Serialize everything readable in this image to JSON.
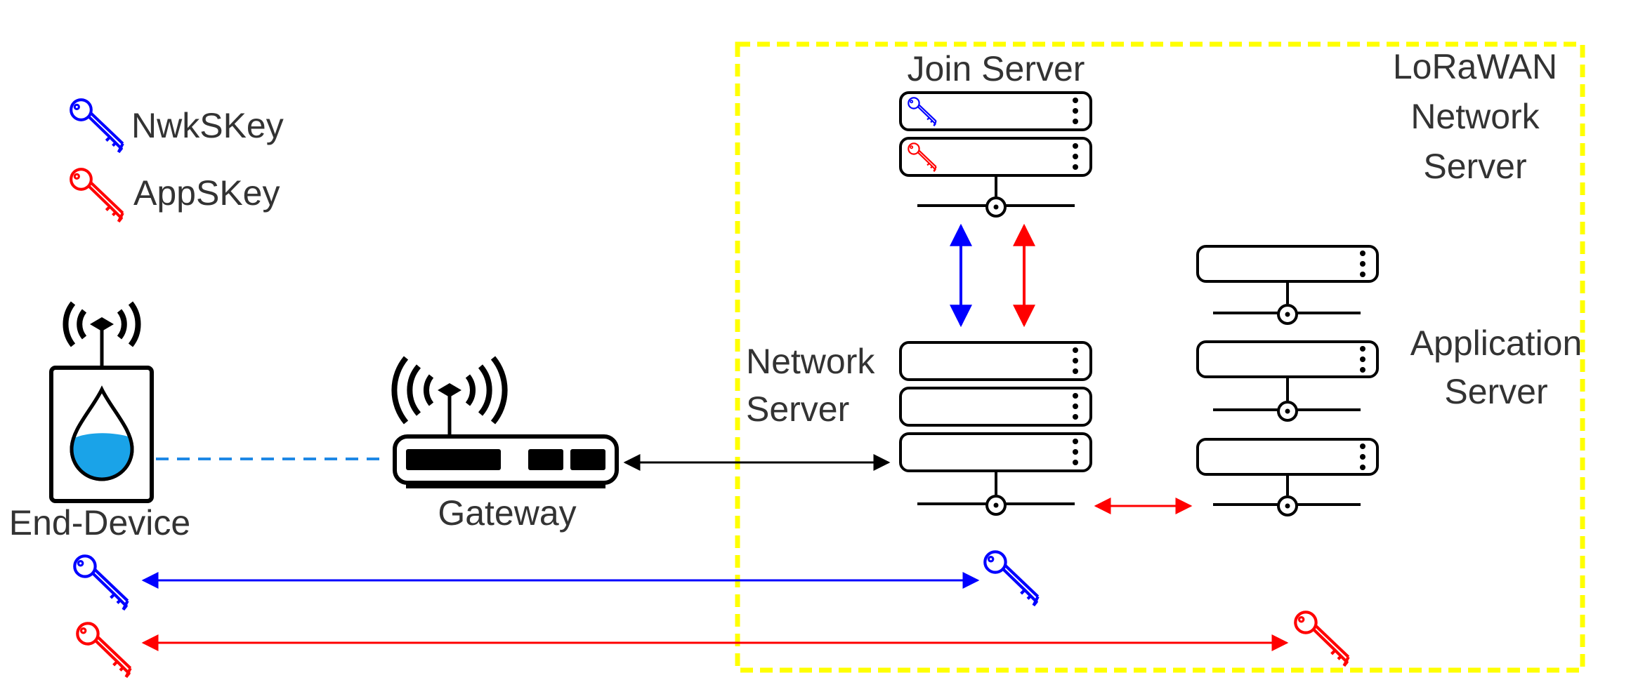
{
  "legend": {
    "nwk_label": "NwkSKey",
    "app_label": "AppSKey"
  },
  "labels": {
    "end_device": "End-Device",
    "gateway": "Gateway",
    "join_server": "Join Server",
    "network_server_line1": "Network",
    "network_server_line2": "Server",
    "application_server_line1": "Application",
    "application_server_line2": "Server",
    "lorawan_line1": "LoRaWAN",
    "lorawan_line2": "Network",
    "lorawan_line3": "Server"
  },
  "colors": {
    "nwk_key": "#0000ff",
    "app_key": "#ff0000",
    "boundary": "#ffff00",
    "water": "#1aa3e8",
    "radio_link": "#1e88e5",
    "text": "#333333"
  },
  "icons": [
    "key-icon",
    "antenna-icon",
    "water-drop-icon",
    "router-icon",
    "server-rack-icon"
  ]
}
